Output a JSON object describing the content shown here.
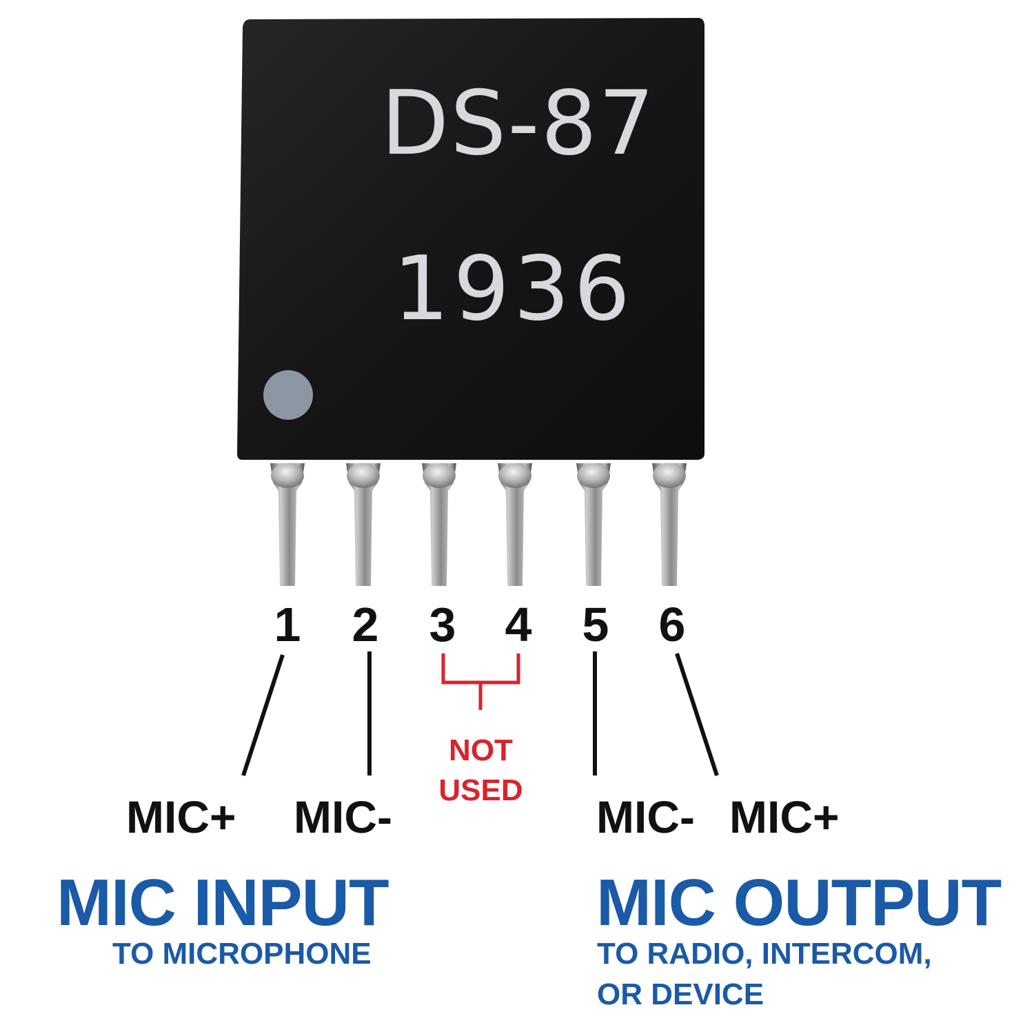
{
  "chip": {
    "marking_line1": "DS-87",
    "marking_line2": "1936",
    "body_color": "#161616",
    "marking_color": "#d7d9de"
  },
  "pins": [
    {
      "number": "1",
      "label": "MIC+"
    },
    {
      "number": "2",
      "label": "MIC-"
    },
    {
      "number": "3",
      "label": ""
    },
    {
      "number": "4",
      "label": ""
    },
    {
      "number": "5",
      "label": "MIC-"
    },
    {
      "number": "6",
      "label": "MIC+"
    }
  ],
  "not_used": {
    "line1": "NOT",
    "line2": "USED",
    "color": "#d9232d"
  },
  "mic_input": {
    "title": "MIC INPUT",
    "subtitle": "TO MICROPHONE"
  },
  "mic_output": {
    "title": "MIC OUTPUT",
    "subtitle_line1": "TO RADIO, INTERCOM,",
    "subtitle_line2": "OR DEVICE"
  },
  "colors": {
    "accent_blue": "#1a5aa6",
    "text_black": "#111111",
    "leader_red": "#d9232d"
  }
}
